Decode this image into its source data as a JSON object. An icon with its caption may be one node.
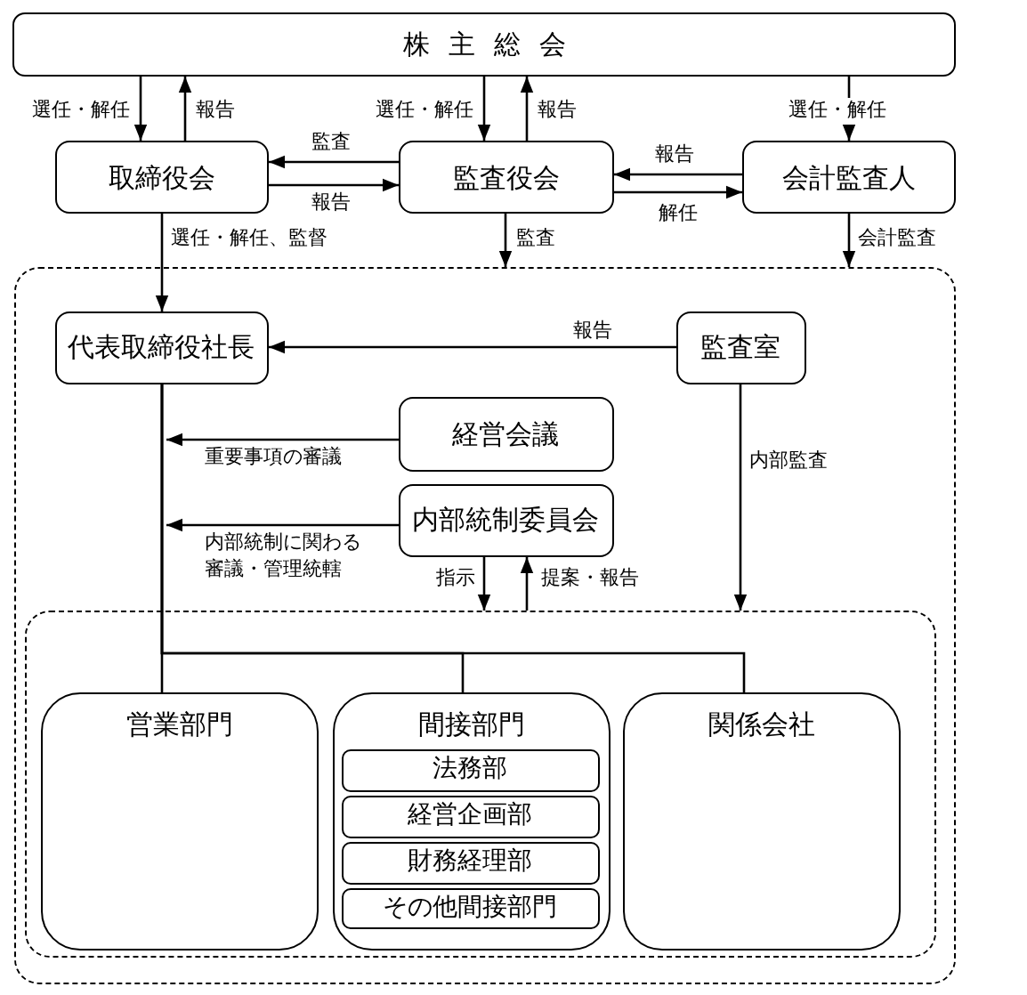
{
  "diagram": {
    "nodes": [
      {
        "text": [
          "株主総会"
        ]
      },
      {
        "text": [
          "取締役会"
        ]
      },
      {
        "text": [
          "監査役会"
        ]
      },
      {
        "text": [
          "会計監査人"
        ]
      },
      {
        "text": [],
        "shape": "box"
      },
      {
        "text": [
          "代表取締役社長"
        ],
        "in": 4
      },
      {
        "text": [
          "監査室"
        ],
        "in": 4
      },
      {
        "text": [
          "経営会議"
        ],
        "in": 4
      },
      {
        "text": [
          "内部統制委員会"
        ],
        "in": 4
      },
      {
        "text": [],
        "shape": "box",
        "in": 4
      },
      {
        "text": [
          "営業部門"
        ],
        "in": 9
      },
      {
        "text": [
          "間接部門"
        ],
        "in": 9
      },
      {
        "text": [
          "法務部"
        ],
        "in": 11
      },
      {
        "text": [
          "経営企画部"
        ],
        "in": 11
      },
      {
        "text": [
          "財務経理部"
        ],
        "in": 11
      },
      {
        "text": [
          "その他間接部門"
        ],
        "in": 11
      },
      {
        "text": [
          "関係会社"
        ],
        "in": 9
      }
    ],
    "edges": [
      {
        "from": 0,
        "to": 1,
        "arrow": "to",
        "label": "選任・解任"
      },
      {
        "from": 1,
        "to": 0,
        "arrow": "to",
        "label": "報告"
      },
      {
        "from": 0,
        "to": 2,
        "arrow": "to",
        "label": "選任・解任"
      },
      {
        "from": 2,
        "to": 0,
        "arrow": "to",
        "label": "報告"
      },
      {
        "from": 0,
        "to": 3,
        "arrow": "to",
        "label": "選任・解任"
      },
      {
        "from": 2,
        "to": 1,
        "arrow": "to",
        "label": "監査"
      },
      {
        "from": 1,
        "to": 2,
        "arrow": "to",
        "label": "報告"
      },
      {
        "from": 3,
        "to": 2,
        "arrow": "to",
        "label": "報告"
      },
      {
        "from": 2,
        "to": 3,
        "arrow": "to",
        "label": "解任"
      },
      {
        "from": 2,
        "to": 4,
        "arrow": "to",
        "label": "監査"
      },
      {
        "from": 3,
        "to": 4,
        "arrow": "to",
        "label": "会計監査"
      },
      {
        "from": 1,
        "to": 5,
        "arrow": "to",
        "label": "選任・解任、監督"
      },
      {
        "from": 6,
        "to": 5,
        "arrow": "to",
        "label": "報告"
      },
      {
        "from": 7,
        "to": null,
        "arrow": "to",
        "label": "重要事項の審議"
      },
      {
        "from": 8,
        "to": null,
        "arrow": "to",
        "label": "内部統制に関わる審議・管理統轄"
      },
      {
        "from": 8,
        "to": 9,
        "arrow": "to",
        "label": "指示"
      },
      {
        "from": 9,
        "to": 8,
        "arrow": "to",
        "label": "提案・報告"
      },
      {
        "from": 6,
        "to": 9,
        "arrow": "to",
        "label": "内部監査"
      },
      {
        "from": 5,
        "to": 10,
        "arrow": "none"
      },
      {
        "from": 5,
        "to": 11,
        "arrow": "none"
      },
      {
        "from": 5,
        "to": 16,
        "arrow": "none"
      }
    ]
  }
}
